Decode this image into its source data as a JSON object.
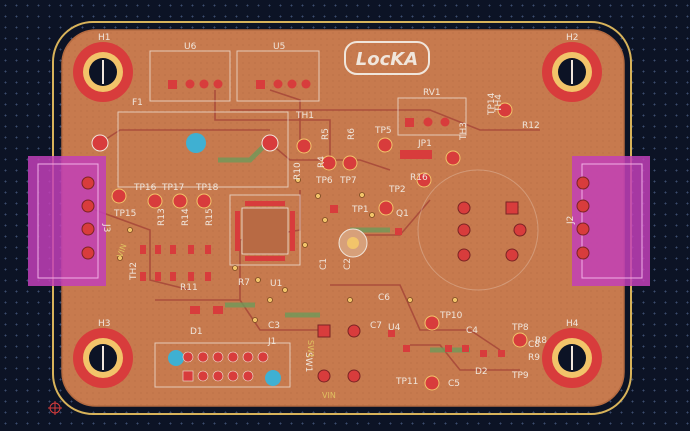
{
  "board": {
    "logo_text": "LocKA",
    "mounting_holes": [
      "H1",
      "H2",
      "H3",
      "H4"
    ],
    "connectors": [
      "J3",
      "J2",
      "J1"
    ],
    "ics": [
      "U6",
      "U5",
      "U4",
      "U1"
    ],
    "components": [
      "F1",
      "RV1",
      "JP1",
      "TH1",
      "TH2",
      "TH3",
      "TH4",
      "D1",
      "D2",
      "Q1",
      "SW1",
      "C1",
      "C2",
      "C3",
      "C4",
      "C5",
      "C6",
      "C7",
      "C8",
      "R4",
      "R5",
      "R6",
      "R7",
      "R8",
      "R9",
      "R10",
      "R11",
      "R12",
      "R13",
      "R14",
      "R15",
      "R16"
    ],
    "test_points": [
      "TP1",
      "TP2",
      "TP5",
      "TP6",
      "TP7",
      "TP8",
      "TP9",
      "TP10",
      "TP11",
      "TP14",
      "TP15",
      "TP16",
      "TP17",
      "TP18"
    ],
    "net_labels": [
      "VIN",
      "VIN",
      "SW1"
    ]
  },
  "colors": {
    "background": "#0c1325",
    "copper_fill": "#c77a4e",
    "edge_cuts": "#d8b35a",
    "silkscreen": "#f0e6dc",
    "courtyard": "#e24bd0",
    "pad": "#d83c3c",
    "via": "#f2c46a",
    "drill": "#3fb0d2"
  }
}
